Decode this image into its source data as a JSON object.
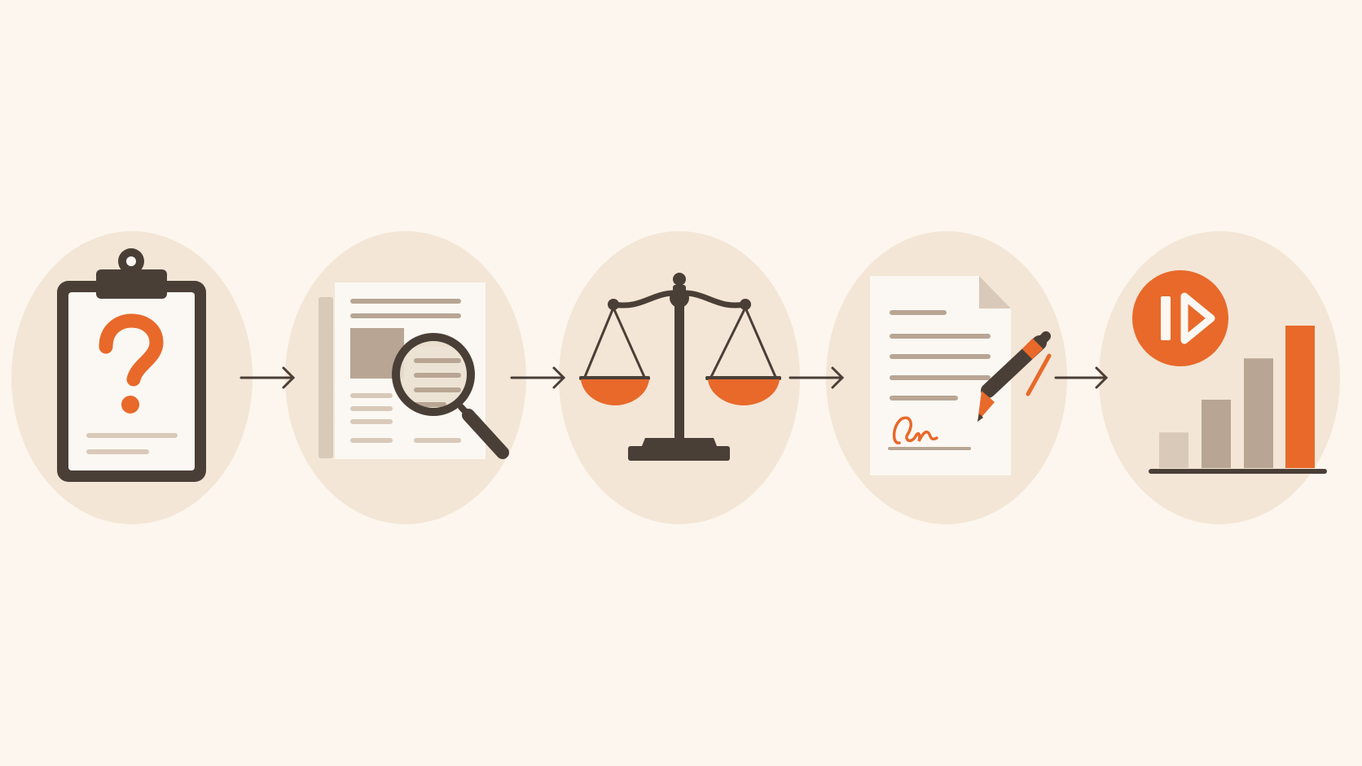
{
  "colors": {
    "background": "#fcf6ee",
    "circle": "#f3e6d6",
    "dark": "#4a3f37",
    "orange": "#e8692a",
    "tan": "#b8a593",
    "light_tan": "#d9c9b8",
    "paper": "#fbf8f3"
  },
  "steps": [
    {
      "icon": "clipboard-question-icon"
    },
    {
      "icon": "document-magnifier-icon"
    },
    {
      "icon": "balance-scale-icon"
    },
    {
      "icon": "signed-document-pen-icon"
    },
    {
      "icon": "fast-forward-bar-chart-icon"
    }
  ],
  "connectors": 4,
  "results_chart_levels": [
    0.25,
    0.48,
    0.77,
    1.0
  ]
}
